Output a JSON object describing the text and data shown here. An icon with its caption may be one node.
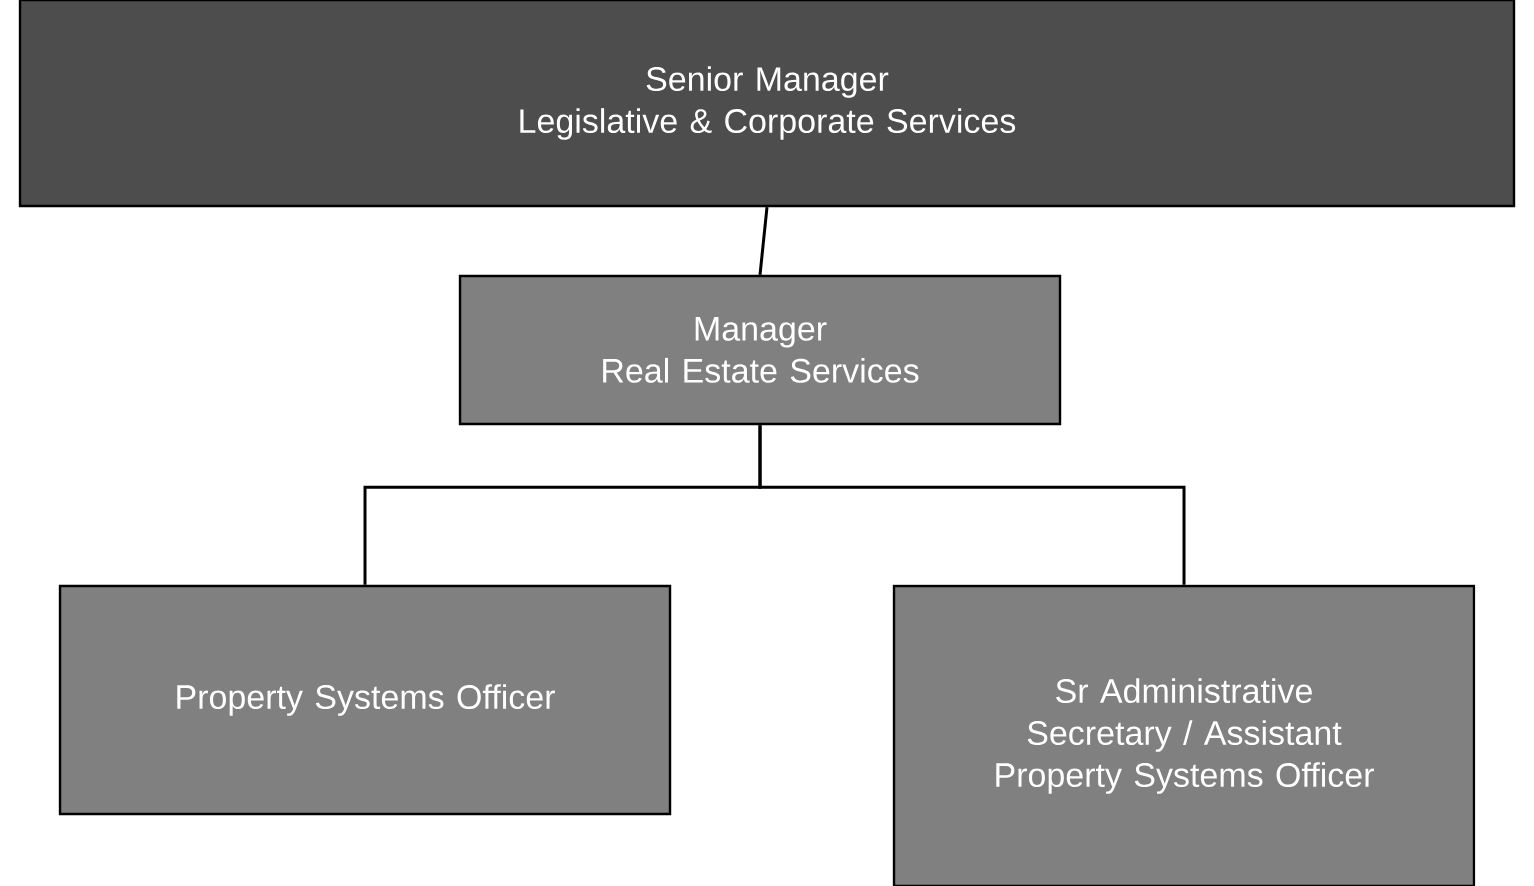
{
  "diagram": {
    "nodes": [
      {
        "text": [
          "Senior Manager",
          "Legislative & Corporate Services"
        ]
      },
      {
        "text": [
          "Manager",
          "Real Estate Services"
        ]
      },
      {
        "text": [
          "Property Systems Officer"
        ]
      },
      {
        "text": [
          "Sr Administrative Secretary / Assistant Property Systems Officer"
        ]
      }
    ],
    "edges": [
      {
        "from": 0,
        "to": 1,
        "arrow": "none"
      },
      {
        "from": 1,
        "to": 2,
        "arrow": "none"
      },
      {
        "from": 1,
        "to": 3,
        "arrow": "none"
      }
    ]
  }
}
